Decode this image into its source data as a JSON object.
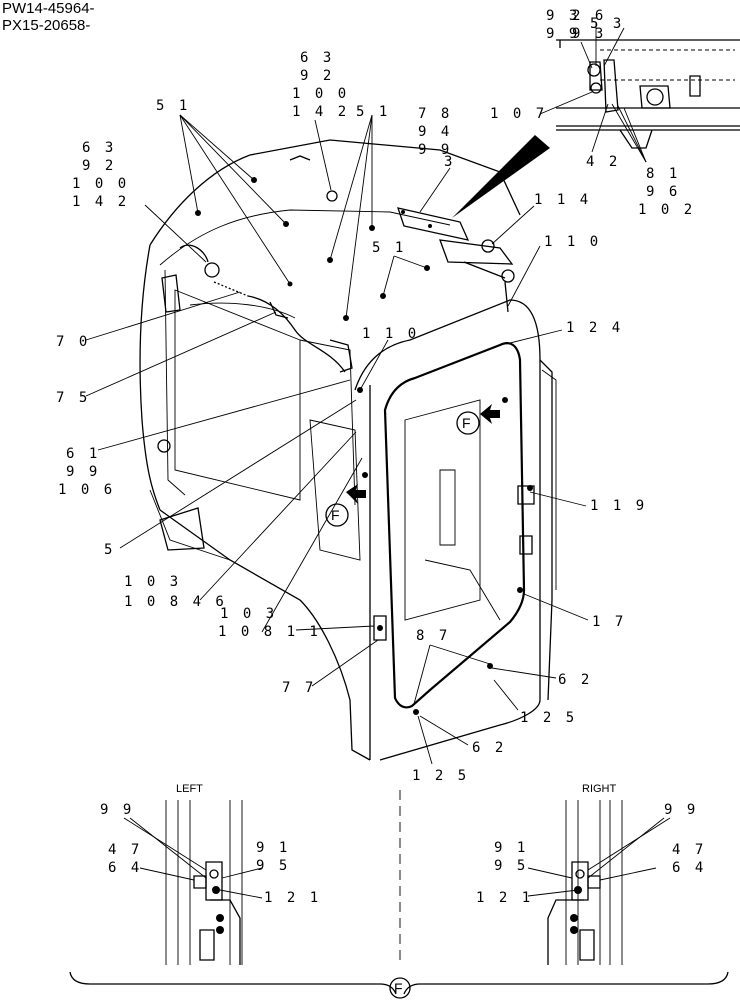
{
  "serials": [
    "PW14-45964-",
    "PX15-20658-"
  ],
  "callouts": [
    {
      "id": "c-26",
      "text": "2 6"
    },
    {
      "id": "c-93a",
      "text": "9 3"
    },
    {
      "id": "c-53",
      "text": "5 3"
    },
    {
      "id": "c-99a",
      "text": "9 9"
    },
    {
      "id": "c-93b",
      "text": "9 3"
    },
    {
      "id": "c-107",
      "text": "1 0 7"
    },
    {
      "id": "c-42",
      "text": "4 2"
    },
    {
      "id": "c-81",
      "text": "8 1"
    },
    {
      "id": "c-96",
      "text": "9 6"
    },
    {
      "id": "c-102",
      "text": "1 0 2"
    },
    {
      "id": "c-63a",
      "text": "6 3"
    },
    {
      "id": "c-92a",
      "text": "9 2"
    },
    {
      "id": "c-100a",
      "text": "1 0 0"
    },
    {
      "id": "c-142a",
      "text": "1 4 2"
    },
    {
      "id": "c-51a",
      "text": "5 1"
    },
    {
      "id": "c-51b",
      "text": "5 1"
    },
    {
      "id": "c-78",
      "text": "7 8"
    },
    {
      "id": "c-94",
      "text": "9 4"
    },
    {
      "id": "c-99b",
      "text": "9 9"
    },
    {
      "id": "c-3",
      "text": "3"
    },
    {
      "id": "c-63b",
      "text": "6 3"
    },
    {
      "id": "c-92b",
      "text": "9 2"
    },
    {
      "id": "c-100b",
      "text": "1 0 0"
    },
    {
      "id": "c-142b",
      "text": "1 4 2"
    },
    {
      "id": "c-114",
      "text": "1 1 4"
    },
    {
      "id": "c-51c",
      "text": "5 1"
    },
    {
      "id": "c-110a",
      "text": "1 1 0"
    },
    {
      "id": "c-124",
      "text": "1 2 4"
    },
    {
      "id": "c-70",
      "text": "7 0"
    },
    {
      "id": "c-110b",
      "text": "1 1 0"
    },
    {
      "id": "c-75",
      "text": "7 5"
    },
    {
      "id": "c-61",
      "text": "6 1"
    },
    {
      "id": "c-99c",
      "text": "9 9"
    },
    {
      "id": "c-106",
      "text": "1 0 6"
    },
    {
      "id": "c-119",
      "text": "1 1 9"
    },
    {
      "id": "c-5",
      "text": "5"
    },
    {
      "id": "c-103a",
      "text": "1 0 3"
    },
    {
      "id": "c-108-46",
      "text": "1 0 8 4 6"
    },
    {
      "id": "c-103b",
      "text": "1 0 3"
    },
    {
      "id": "c-108-11",
      "text": "1 0 8 1 1"
    },
    {
      "id": "c-17",
      "text": "1 7"
    },
    {
      "id": "c-87",
      "text": "8 7"
    },
    {
      "id": "c-62a",
      "text": "6 2"
    },
    {
      "id": "c-77",
      "text": "7 7"
    },
    {
      "id": "c-125a",
      "text": "1 2 5"
    },
    {
      "id": "c-62b",
      "text": "6 2"
    },
    {
      "id": "c-125b",
      "text": "1 2 5"
    },
    {
      "id": "c-99-left",
      "text": "9 9"
    },
    {
      "id": "c-47-left",
      "text": "4 7"
    },
    {
      "id": "c-64-left",
      "text": "6 4"
    },
    {
      "id": "c-91-left",
      "text": "9 1"
    },
    {
      "id": "c-95-left",
      "text": "9 5"
    },
    {
      "id": "c-121-left",
      "text": "1 2 1"
    },
    {
      "id": "c-99-right",
      "text": "9 9"
    },
    {
      "id": "c-91-right",
      "text": "9 1"
    },
    {
      "id": "c-95-right",
      "text": "9 5"
    },
    {
      "id": "c-47-right",
      "text": "4 7"
    },
    {
      "id": "c-64-right",
      "text": "6 4"
    },
    {
      "id": "c-121-right",
      "text": "1 2 1"
    }
  ],
  "view_markers": {
    "arrow_label": "F",
    "bottom_label": "F"
  },
  "detail_captions": {
    "left": "LEFT",
    "right": "RIGHT"
  }
}
